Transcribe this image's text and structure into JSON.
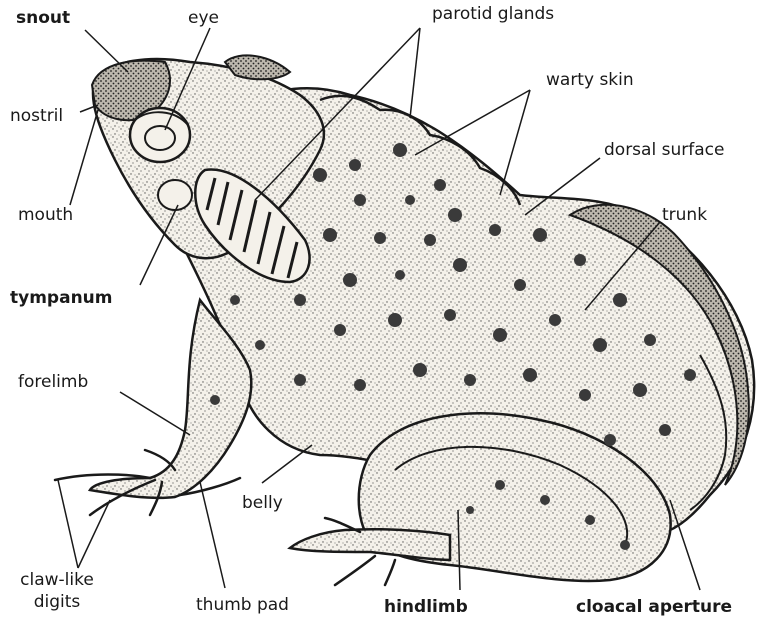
{
  "diagram": {
    "labels": {
      "snout": "snout",
      "eye": "eye",
      "parotid_glands": "parotid glands",
      "nostril": "nostril",
      "warty_skin": "warty skin",
      "dorsal_surface": "dorsal surface",
      "mouth": "mouth",
      "trunk": "trunk",
      "tympanum": "tympanum",
      "forelimb": "forelimb",
      "belly": "belly",
      "claw_like_digits_line1": "claw-like",
      "claw_like_digits_line2": "digits",
      "thumb_pad": "thumb pad",
      "hindlimb": "hindlimb",
      "cloacal_aperture": "cloacal aperture"
    },
    "colors": {
      "ink": "#1a1a1a",
      "skin": "#f4f1ea",
      "wart": "#3a3a3a",
      "background": "#ffffff"
    }
  }
}
